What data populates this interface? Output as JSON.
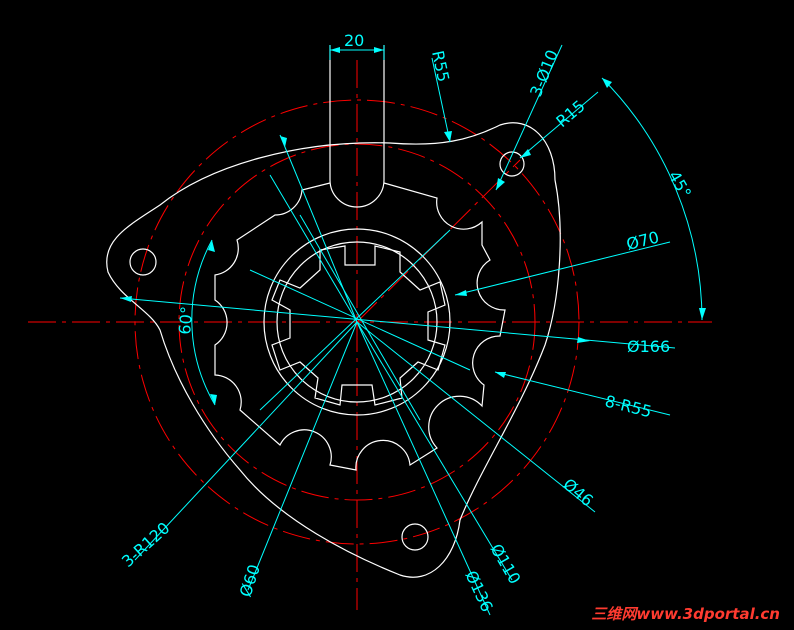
{
  "colors": {
    "background": "#000000",
    "outline": "#ffffff",
    "centerline": "#ff0000",
    "dimension": "#00ffff",
    "watermark": "#ff3b30"
  },
  "dimensions": {
    "width_slot": "20",
    "r55_top": "R55",
    "holes": "3-Ø10",
    "r15": "R15",
    "angle45": "45°",
    "d70": "Ø70",
    "d166": "Ø166",
    "r55_8": "8-R55",
    "d46": "Ø46",
    "d110": "Ø110",
    "d136": "Ø136",
    "d60": "Ø60",
    "r120": "3-R120",
    "angle60": "60°"
  },
  "watermark": "三维网www.3dportal.cn"
}
